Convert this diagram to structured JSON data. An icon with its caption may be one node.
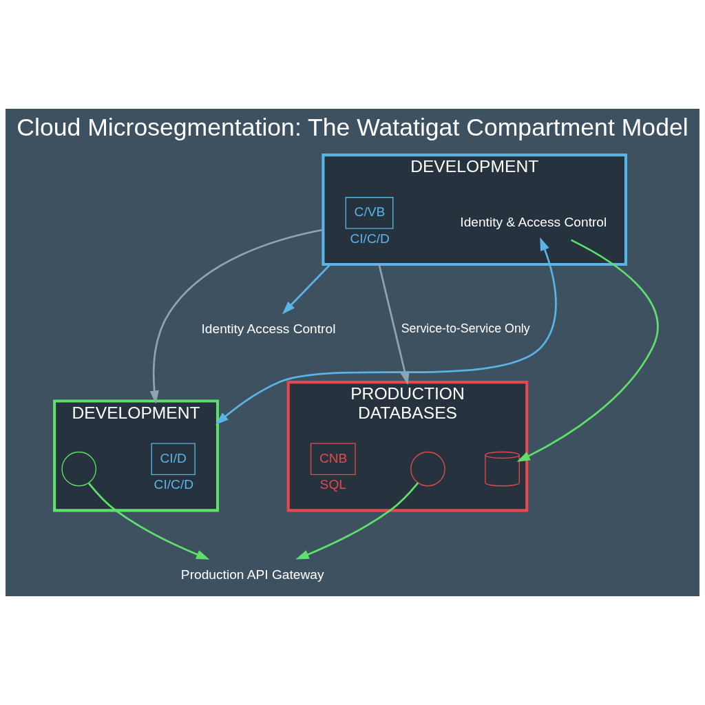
{
  "diagram": {
    "title": "Cloud Microsegmentation: The Watatigat Compartment Model",
    "nodes": [
      {
        "text": [
          "DEVELOPMENT"
        ]
      },
      {
        "text": [
          "C/VB"
        ],
        "in": 0,
        "beside": [
          "CI/C/D"
        ]
      },
      {
        "text": [
          "Identity & Access Control"
        ],
        "in": 0
      },
      {
        "text": [
          "DEVELOPMENT"
        ]
      },
      {
        "text": [
          "CI/D"
        ],
        "in": 3,
        "beside": [
          "CI/C/D"
        ]
      },
      {
        "text": [],
        "shape": "circle",
        "in": 3
      },
      {
        "text": [
          "Identity Access Control"
        ]
      },
      {
        "text": [
          "Production API Gateway"
        ]
      },
      {
        "text": [
          "PRODUCTION",
          "DATABASES"
        ]
      },
      {
        "text": [],
        "shape": "circle",
        "in": 8
      },
      {
        "text": [],
        "shape": "cylinder",
        "in": 8
      },
      {
        "text": [
          "CNB"
        ],
        "in": 8,
        "beside": [
          "SQL"
        ]
      }
    ],
    "edges": [
      {
        "from": 0,
        "to": 3,
        "arrow": "to",
        "color": "#8fa3b3"
      },
      {
        "from": 0,
        "to": 8,
        "arrow": "to",
        "color": "#8fa3b3",
        "label": "Service-to-Service Only"
      },
      {
        "from": 2,
        "to": 3,
        "arrow": "both",
        "color": "#5ab4e6"
      },
      {
        "from": 2,
        "to": 10,
        "arrow": "to"
      },
      {
        "from": 0,
        "to": 6,
        "arrow": "to",
        "color": "#5ab4e6"
      },
      {
        "from": 5,
        "to": 7,
        "arrow": "to"
      },
      {
        "from": 9,
        "to": 7,
        "arrow": "to"
      }
    ]
  }
}
